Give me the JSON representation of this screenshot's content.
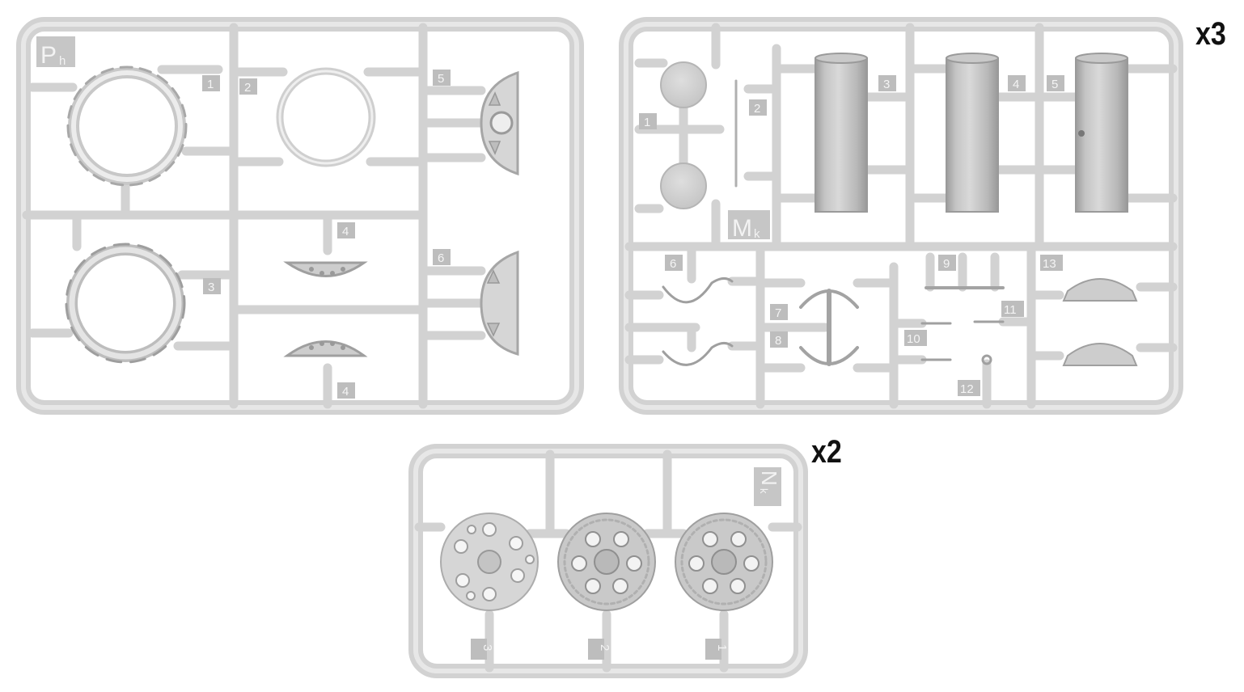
{
  "colors": {
    "plastic": "#d2d2d2",
    "plastic_light": "#e6e6e6",
    "plastic_dark": "#a9a9a9",
    "label_box": "#bdbdbd",
    "label_text": "#f4f4f4",
    "background": "#ffffff"
  },
  "sprue_ph": {
    "code": "Ph",
    "code_main": "P",
    "code_sub": "h",
    "part_labels": [
      "1",
      "2",
      "3",
      "4",
      "4",
      "5",
      "6"
    ]
  },
  "sprue_mk": {
    "code": "Mk",
    "code_main": "M",
    "code_sub": "k",
    "multiplier": "x3",
    "part_labels": [
      "1",
      "2",
      "3",
      "4",
      "5",
      "6",
      "7",
      "8",
      "9",
      "10",
      "11",
      "12",
      "13"
    ]
  },
  "sprue_nk": {
    "code": "Nk",
    "code_main": "N",
    "code_sub": "k",
    "multiplier": "x2",
    "part_labels": [
      "3",
      "2",
      "1"
    ]
  }
}
